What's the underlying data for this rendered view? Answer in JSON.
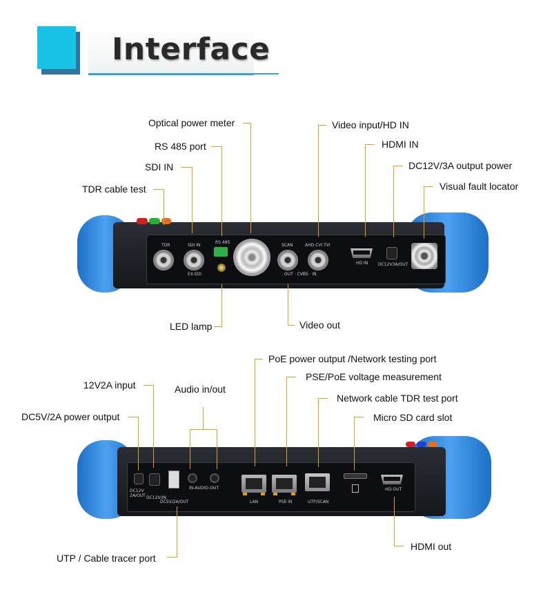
{
  "header": {
    "title": "Interface"
  },
  "top_device": {
    "callouts": {
      "optical_power_meter": "Optical power meter",
      "rs485_port": "RS 485 port",
      "sdi_in": "SDI IN",
      "tdr_cable_test": "TDR cable test",
      "video_input_hd_in": "Video input/HD IN",
      "hdmi_in": "HDMI IN",
      "dc12v_output_power": "DC12V/3A output power",
      "visual_fault_locator": "Visual fault locator",
      "led_lamp": "LED lamp",
      "video_out": "Video out"
    },
    "port_labels": {
      "tdr": "TDR",
      "sdi_in": "SDI IN",
      "ex_sdi": "EX-SDI",
      "rs485": "RS 485",
      "scan": "SCAN",
      "ahd_cvi_tvi": "AHD CVI TVI",
      "out_cvbs_in": "OUT · CVBS · IN",
      "hd_in": "HD IN",
      "dc12v3a_out": "DC12V3A/OUT"
    }
  },
  "bottom_device": {
    "callouts": {
      "poe_power_output": "PoE power output /Network testing port",
      "pse_poe_voltage": "PSE/PoE voltage measurement",
      "network_cable_tdr": "Network cable TDR test port",
      "micro_sd_slot": "Micro SD card slot",
      "v12_2a_input": "12V2A input",
      "audio_in_out": "Audio in/out",
      "dc5v_output": "DC5V/2A power output",
      "hdmi_out": "HDMI out",
      "utp_cable_tracer": "UTP / Cable tracer port"
    },
    "port_labels": {
      "dc12v_2a_out": "DC12V 2A/OUT",
      "dc12v_in": "DC12V/IN",
      "dc5v2a_out": "DC5V/2A/OUT",
      "in_audio_out": "IN-AUDIO-OUT",
      "lan": "LAN",
      "pse_in": "PSE IN",
      "utp_scan": "UTP/SCAN",
      "hd_out": "HD-OUT"
    }
  },
  "colors": {
    "accent": "#19c3e6",
    "line": "#e0a020",
    "bumper": "#2d88e0"
  }
}
